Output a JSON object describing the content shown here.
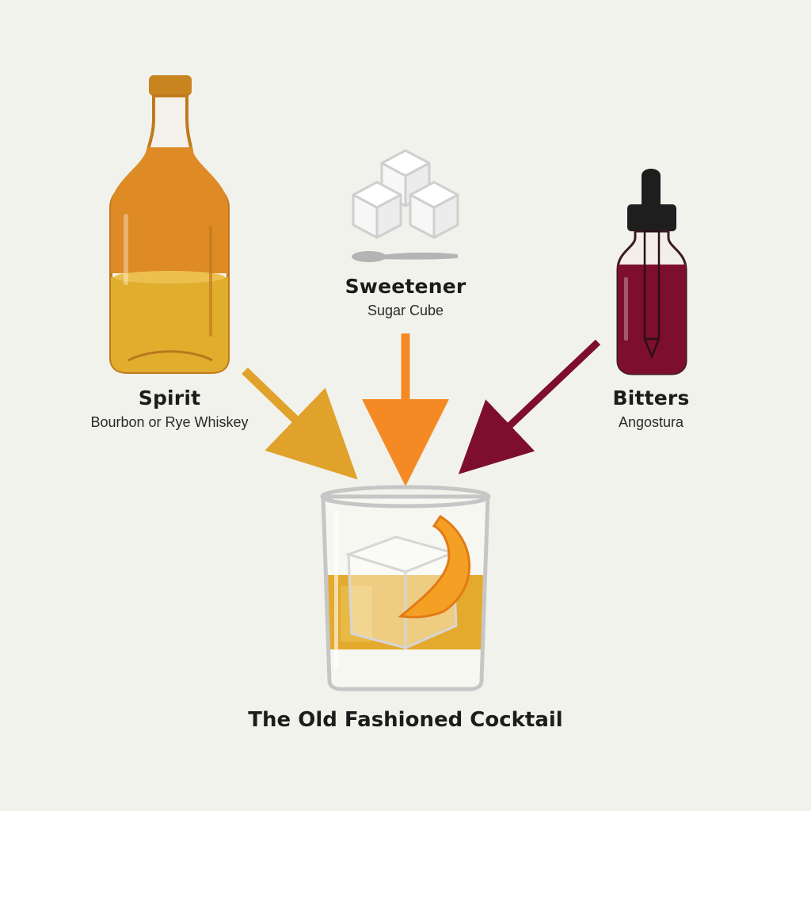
{
  "ingredients": {
    "spirit": {
      "title": "Spirit",
      "subtitle": "Bourbon or Rye Whiskey"
    },
    "sweetener": {
      "title": "Sweetener",
      "subtitle": "Sugar Cube"
    },
    "bitters": {
      "title": "Bitters",
      "subtitle": "Angostura"
    }
  },
  "result": {
    "title": "The Old Fashioned Cocktail"
  },
  "colors": {
    "background": "#f2f2ec",
    "whiskey": "#e0a22a",
    "bottle_amber": "#dc8a24",
    "sweetener_arrow": "#f58a25",
    "bitters": "#7d0f2c",
    "dropper_cap": "#1e1e1e",
    "orange_peel": "#f4a024"
  },
  "icons": [
    "whiskey-bottle-icon",
    "sugar-cubes-icon",
    "spoon-icon",
    "bitters-dropper-bottle-icon",
    "rocks-glass-icon",
    "ice-cube-icon",
    "orange-peel-icon"
  ]
}
